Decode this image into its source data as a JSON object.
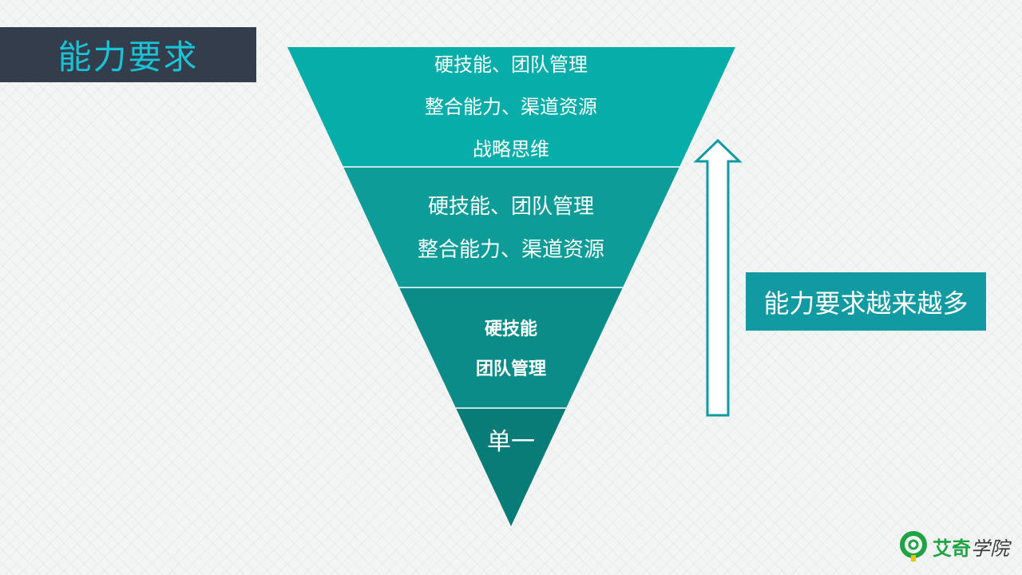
{
  "title": "能力要求",
  "levels": [
    {
      "lines": [
        "硬技能、团队管理",
        "整合能力、渠道资源",
        "战略思维"
      ],
      "color": "#07aea9"
    },
    {
      "lines": [
        "硬技能、团队管理",
        "整合能力、渠道资源"
      ],
      "color": "#0d9c98"
    },
    {
      "lines": [
        "硬技能",
        "团队管理"
      ],
      "color": "#0b8c88"
    },
    {
      "lines": [
        "单一"
      ],
      "color": "#0a7c78"
    }
  ],
  "arrow_label": "能力要求越来越多",
  "logo": {
    "part1": "艾奇",
    "part2": "学院",
    "color": "#1fa345"
  }
}
